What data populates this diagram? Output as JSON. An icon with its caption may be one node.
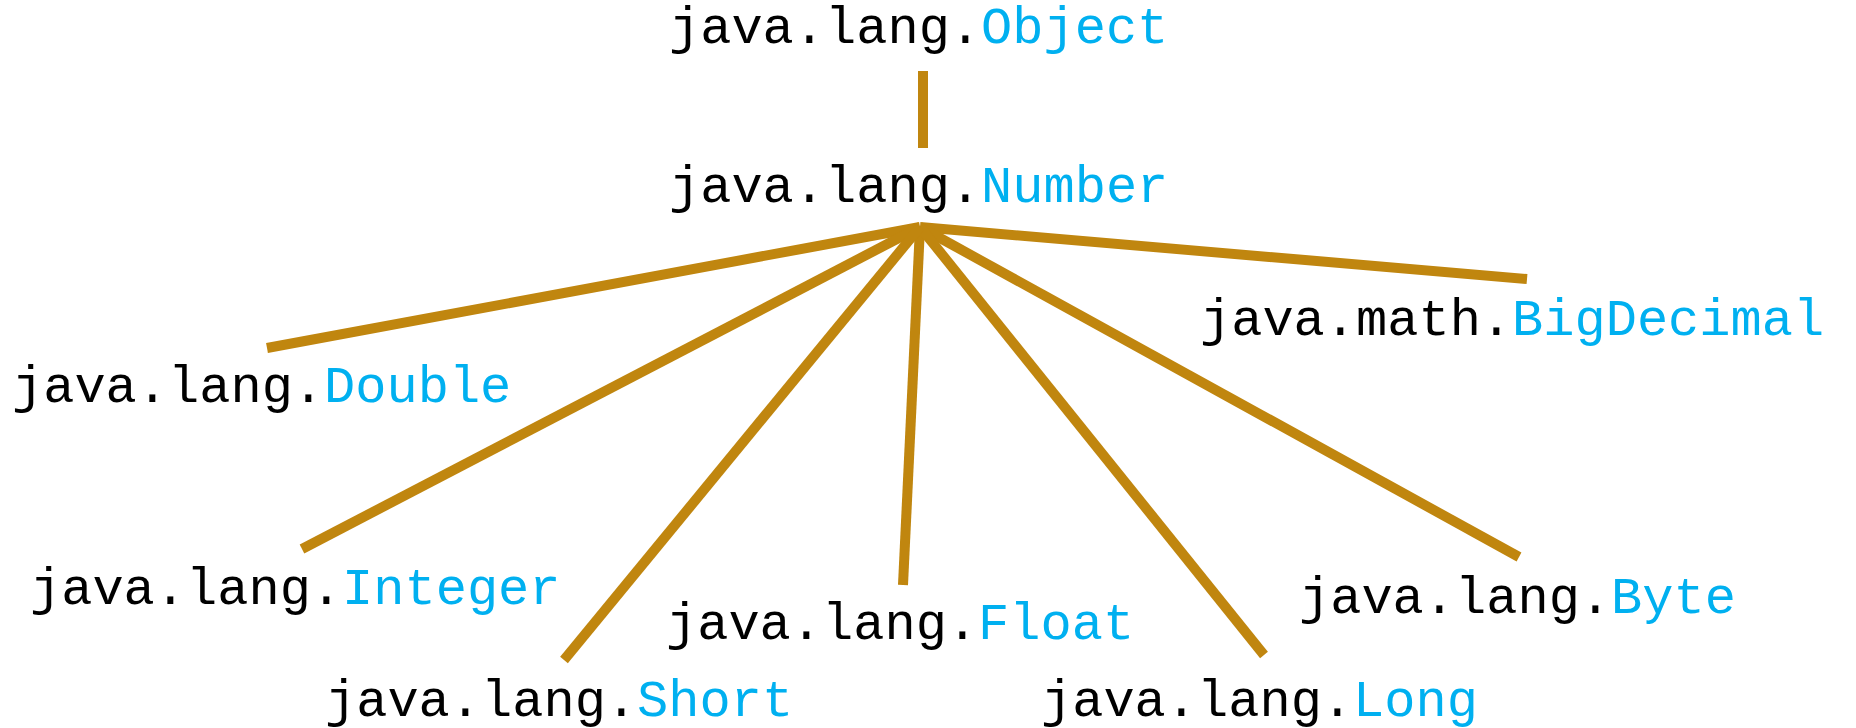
{
  "diagram": {
    "nodes": [
      {
        "text": [
          "java.lang.Object"
        ]
      },
      {
        "text": [
          "java.lang.Number"
        ]
      },
      {
        "text": [
          "java.math.BigDecimal"
        ]
      },
      {
        "text": [
          "java.lang.Double"
        ]
      },
      {
        "text": [
          "java.lang.Integer"
        ]
      },
      {
        "text": [
          "java.lang.Byte"
        ]
      },
      {
        "text": [
          "java.lang.Float"
        ]
      },
      {
        "text": [
          "java.lang.Long"
        ]
      },
      {
        "text": [
          "java.lang.Short"
        ]
      }
    ],
    "edges": [
      {
        "from": 0,
        "to": 1,
        "arrow": "none"
      },
      {
        "from": 1,
        "to": 2,
        "arrow": "none"
      },
      {
        "from": 1,
        "to": 3,
        "arrow": "none"
      },
      {
        "from": 1,
        "to": 4,
        "arrow": "none"
      },
      {
        "from": 1,
        "to": 5,
        "arrow": "none"
      },
      {
        "from": 1,
        "to": 6,
        "arrow": "none"
      },
      {
        "from": 1,
        "to": 7,
        "arrow": "none"
      },
      {
        "from": 1,
        "to": 8,
        "arrow": "none"
      }
    ]
  }
}
